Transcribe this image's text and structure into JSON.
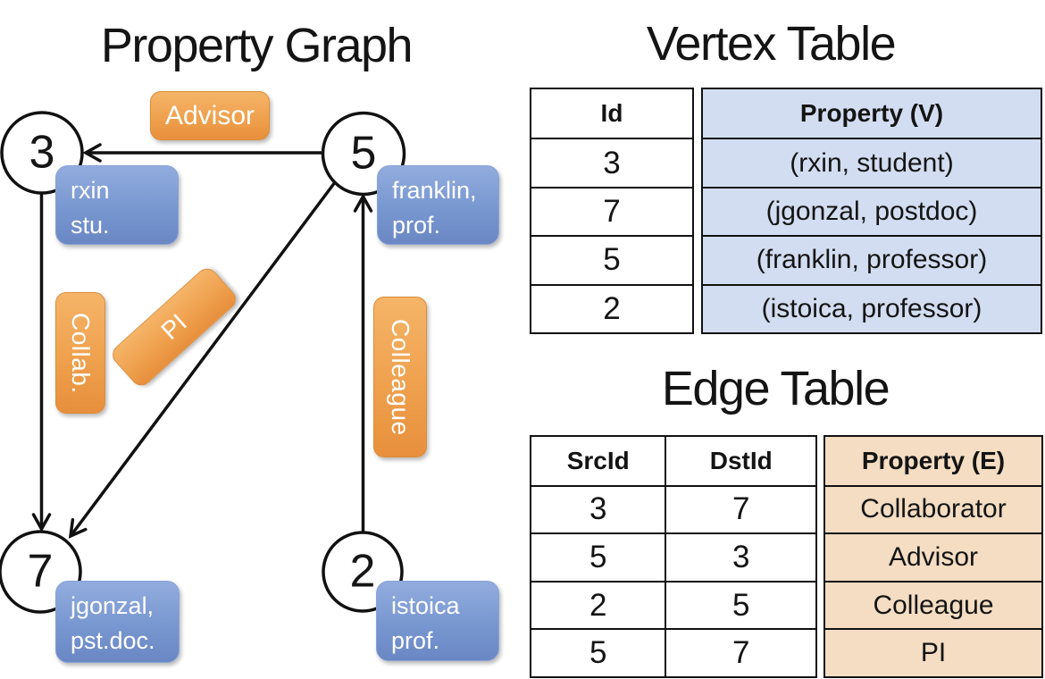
{
  "graph": {
    "title": "Property Graph",
    "nodes": [
      {
        "id": "3",
        "property": "rxin\nstu."
      },
      {
        "id": "5",
        "property": "franklin,\nprof."
      },
      {
        "id": "7",
        "property": "jgonzal,\npst.doc."
      },
      {
        "id": "2",
        "property": "istoica\nprof."
      }
    ],
    "edge_labels": [
      {
        "text": "Advisor"
      },
      {
        "text": "Collab."
      },
      {
        "text": "PI"
      },
      {
        "text": "Colleague"
      }
    ]
  },
  "vertex_table": {
    "title": "Vertex Table",
    "columns": {
      "id": "Id",
      "property": "Property (V)"
    },
    "rows": [
      {
        "id": "3",
        "property": "(rxin, student)"
      },
      {
        "id": "7",
        "property": "(jgonzal, postdoc)"
      },
      {
        "id": "5",
        "property": "(franklin, professor)"
      },
      {
        "id": "2",
        "property": "(istoica, professor)"
      }
    ]
  },
  "edge_table": {
    "title": "Edge Table",
    "columns": {
      "src": "SrcId",
      "dst": "DstId",
      "property": "Property (E)"
    },
    "rows": [
      {
        "src": "3",
        "dst": "7",
        "property": "Collaborator"
      },
      {
        "src": "5",
        "dst": "3",
        "property": "Advisor"
      },
      {
        "src": "2",
        "dst": "5",
        "property": "Colleague"
      },
      {
        "src": "5",
        "dst": "7",
        "property": "PI"
      }
    ]
  },
  "colors": {
    "edge_label_orange": "#EFA14E",
    "vertex_label_blue": "#7897D0",
    "vertex_cell_blue": "#D2DDF1",
    "edge_cell_tan": "#F4DDC2",
    "line_black": "#111111"
  }
}
